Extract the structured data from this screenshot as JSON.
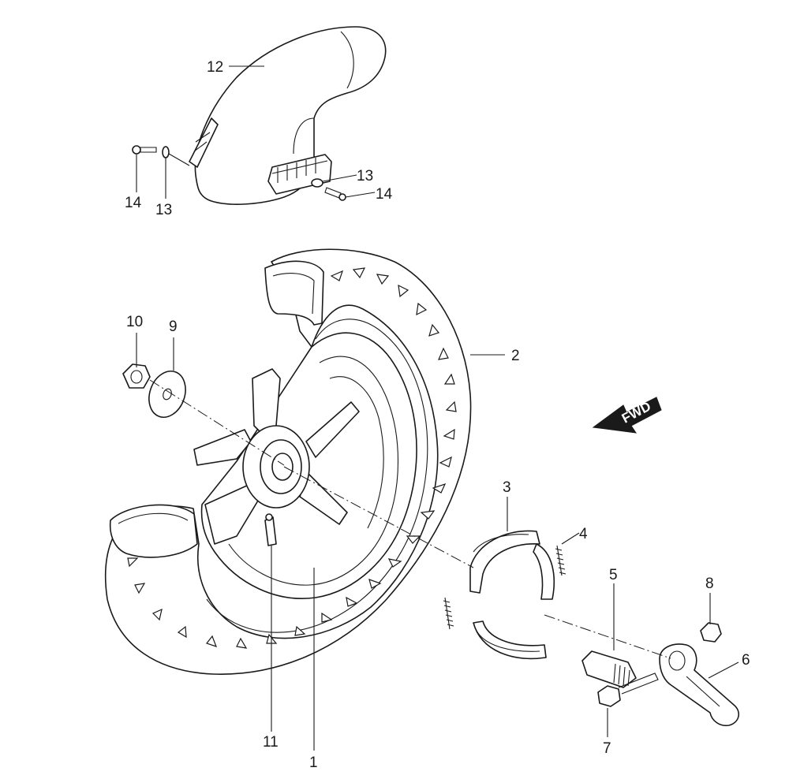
{
  "diagram": {
    "direction_arrow": {
      "label": "FWD"
    },
    "callouts": [
      {
        "id": "c1",
        "number": "1"
      },
      {
        "id": "c2",
        "number": "2"
      },
      {
        "id": "c3",
        "number": "3"
      },
      {
        "id": "c4",
        "number": "4"
      },
      {
        "id": "c5",
        "number": "5"
      },
      {
        "id": "c6",
        "number": "6"
      },
      {
        "id": "c7",
        "number": "7"
      },
      {
        "id": "c8",
        "number": "8"
      },
      {
        "id": "c9",
        "number": "9"
      },
      {
        "id": "c10",
        "number": "10"
      },
      {
        "id": "c11",
        "number": "11"
      },
      {
        "id": "c12",
        "number": "12"
      },
      {
        "id": "c13a",
        "number": "13"
      },
      {
        "id": "c13b",
        "number": "13"
      },
      {
        "id": "c14a",
        "number": "14"
      },
      {
        "id": "c14b",
        "number": "14"
      }
    ]
  }
}
